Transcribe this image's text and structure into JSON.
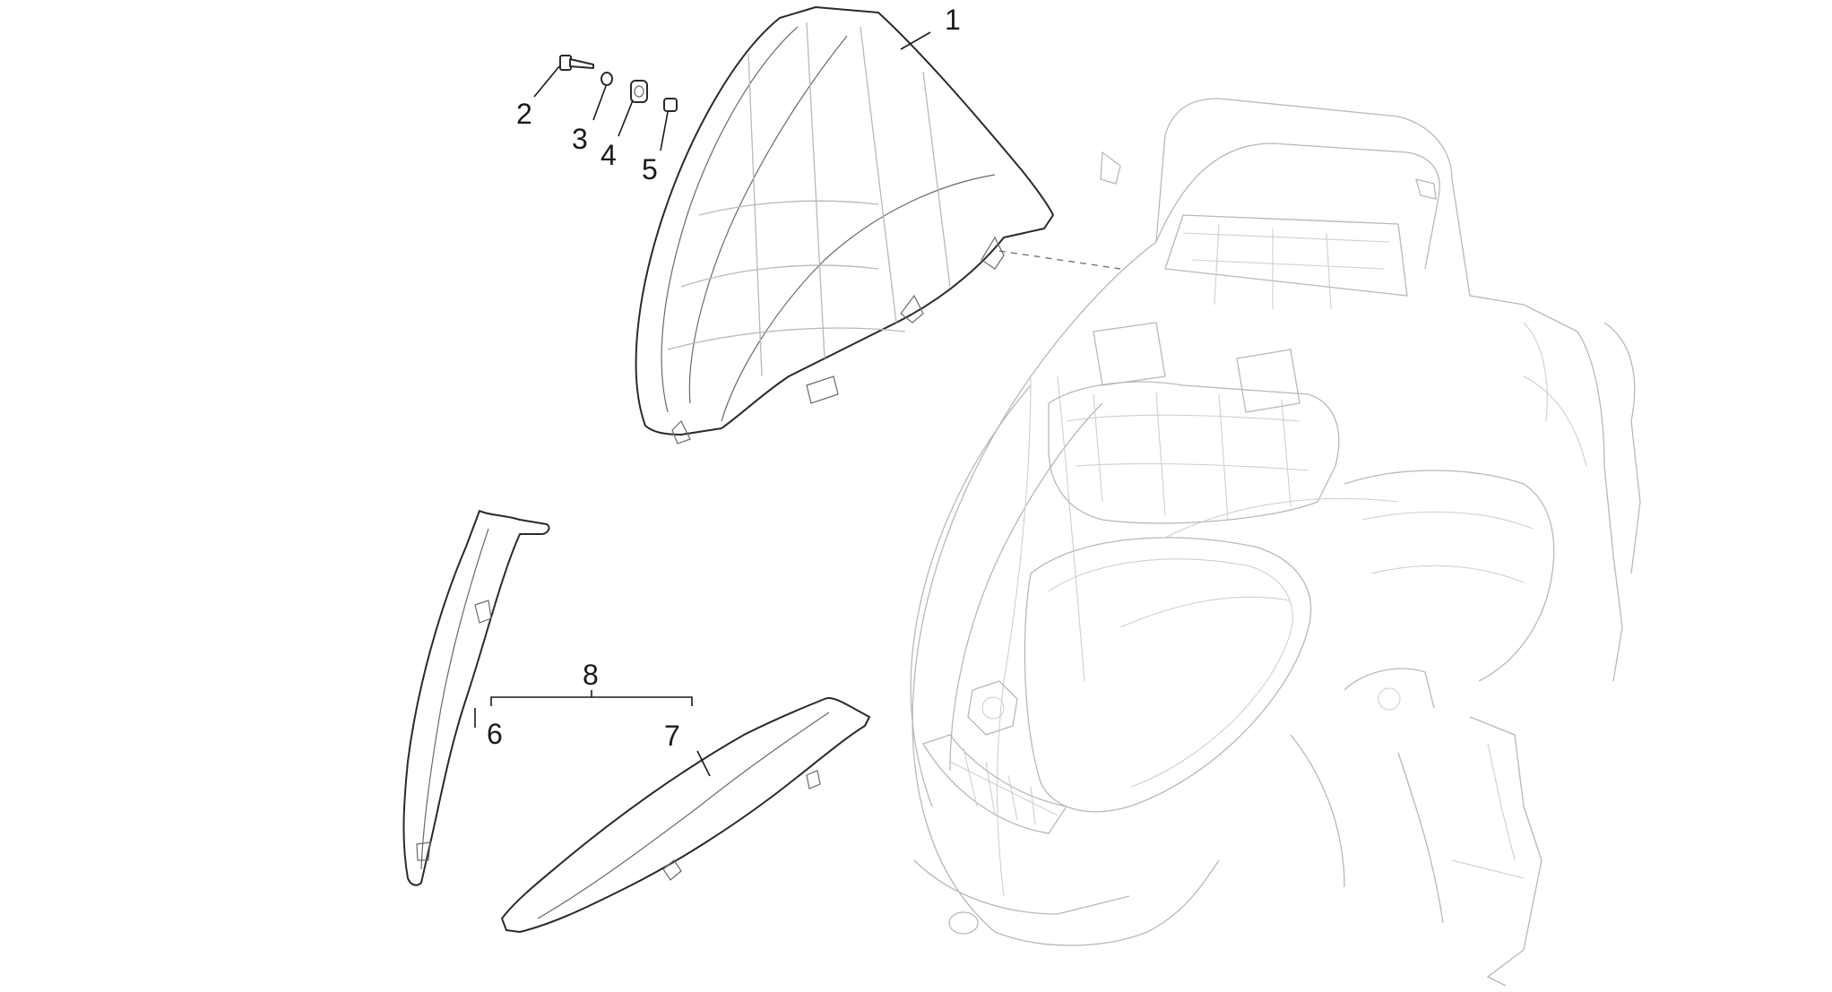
{
  "diagram": {
    "callouts": [
      {
        "id": "1",
        "label": "1"
      },
      {
        "id": "2",
        "label": "2"
      },
      {
        "id": "3",
        "label": "3"
      },
      {
        "id": "4",
        "label": "4"
      },
      {
        "id": "5",
        "label": "5"
      },
      {
        "id": "6",
        "label": "6"
      },
      {
        "id": "7",
        "label": "7"
      },
      {
        "id": "8",
        "label": "8"
      }
    ],
    "colors": {
      "line": "#2a2a2a",
      "ghost": "#b8b8b8",
      "background": "#ffffff"
    }
  }
}
